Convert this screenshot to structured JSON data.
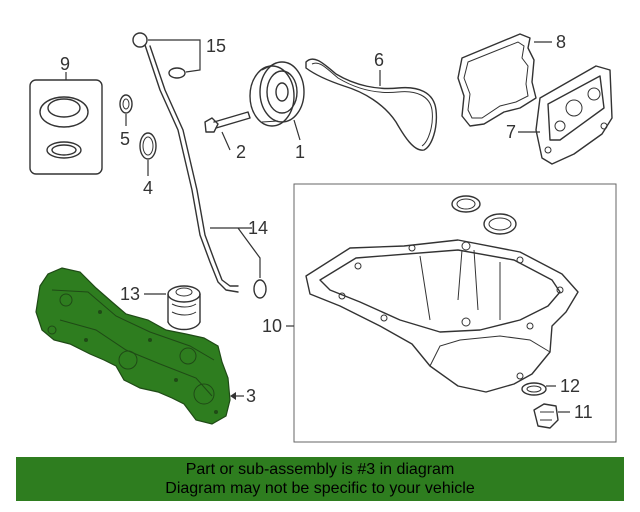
{
  "callouts": {
    "c1": "1",
    "c2": "2",
    "c3": "3",
    "c4": "4",
    "c5": "5",
    "c6": "6",
    "c7": "7",
    "c8": "8",
    "c9": "9",
    "c10": "10",
    "c11": "11",
    "c12": "12",
    "c13": "13",
    "c14": "14",
    "c15": "15"
  },
  "highlight_color": "#2e7d1f",
  "banner": {
    "line1": "Part or sub-assembly is #3 in diagram",
    "line2": "Diagram may not be specific to your vehicle"
  }
}
